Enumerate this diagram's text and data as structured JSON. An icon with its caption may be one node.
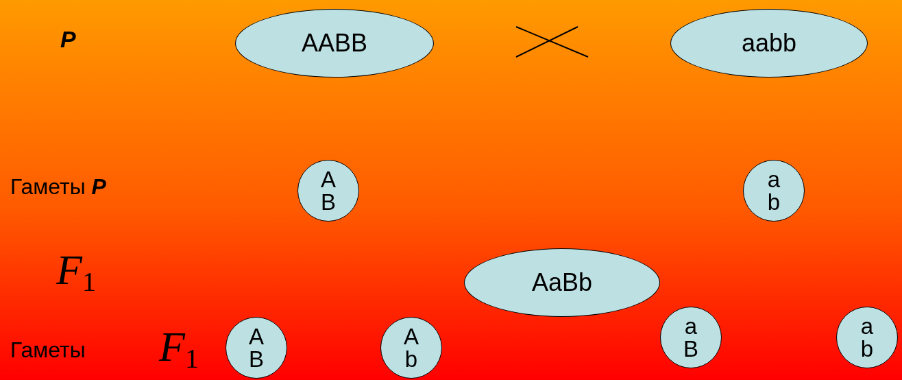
{
  "diagram": {
    "nodes": [
      {
        "text": [
          "AABB"
        ]
      },
      {
        "text": [
          "aabb"
        ]
      },
      {
        "text": [
          "A B"
        ]
      },
      {
        "text": [
          "a b"
        ]
      },
      {
        "text": [
          "AaBb"
        ]
      },
      {
        "text": [
          "A B"
        ]
      },
      {
        "text": [
          "A b"
        ]
      },
      {
        "text": [
          "a B"
        ]
      },
      {
        "text": [
          "a b"
        ]
      }
    ],
    "labels": [
      "P",
      "Гаметы **P**",
      "F$_{1}$",
      "Гаметы",
      "F$_{1}$"
    ]
  }
}
